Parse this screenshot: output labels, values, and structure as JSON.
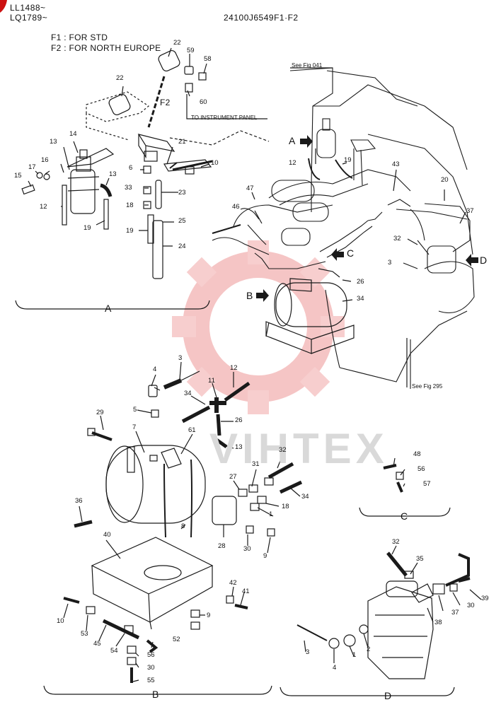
{
  "header": {
    "serial_line1": "LL1488~",
    "serial_line2": "LQ1789~",
    "figure_code": "24100J6549F1·F2"
  },
  "notes": {
    "f1": "F1 : FOR STD",
    "f2": "F2 : FOR NORTH EUROPE",
    "f2_tag": "F2",
    "to_instrument": "TO INSTRUMENT  PANEL",
    "see_fig_041": "See Fig 041",
    "see_fig_295": "See Fig 295"
  },
  "watermark": "VIHTEX",
  "sections": {
    "a": "A",
    "b": "B",
    "c": "C",
    "d": "D"
  },
  "view_refs": {
    "a": "A",
    "b": "B",
    "c": "C",
    "d": "D"
  },
  "colors": {
    "line": "#1a1a1a",
    "watermark_red": "#f2b8b8"
  },
  "callouts": {
    "a": [
      "22",
      "59",
      "58",
      "60",
      "22",
      "14",
      "13",
      "16",
      "17",
      "15",
      "13",
      "12",
      "19",
      "21",
      "10",
      "6",
      "33",
      "23",
      "18",
      "19",
      "25",
      "24"
    ],
    "main": [
      "12",
      "19",
      "43",
      "20",
      "37",
      "32",
      "3",
      "47",
      "46",
      "26",
      "34"
    ],
    "b": [
      "3",
      "4",
      "12",
      "11",
      "5",
      "34",
      "26",
      "29",
      "7",
      "61",
      "13",
      "32",
      "31",
      "27",
      "18",
      "34",
      "1",
      "36",
      "8",
      "28",
      "30",
      "9",
      "40",
      "42",
      "41",
      "10",
      "53",
      "9",
      "45",
      "54",
      "56",
      "52",
      "30",
      "55"
    ],
    "c": [
      "48",
      "56",
      "57"
    ],
    "d": [
      "32",
      "35",
      "39",
      "30",
      "37",
      "38",
      "3",
      "2",
      "1",
      "4"
    ]
  }
}
